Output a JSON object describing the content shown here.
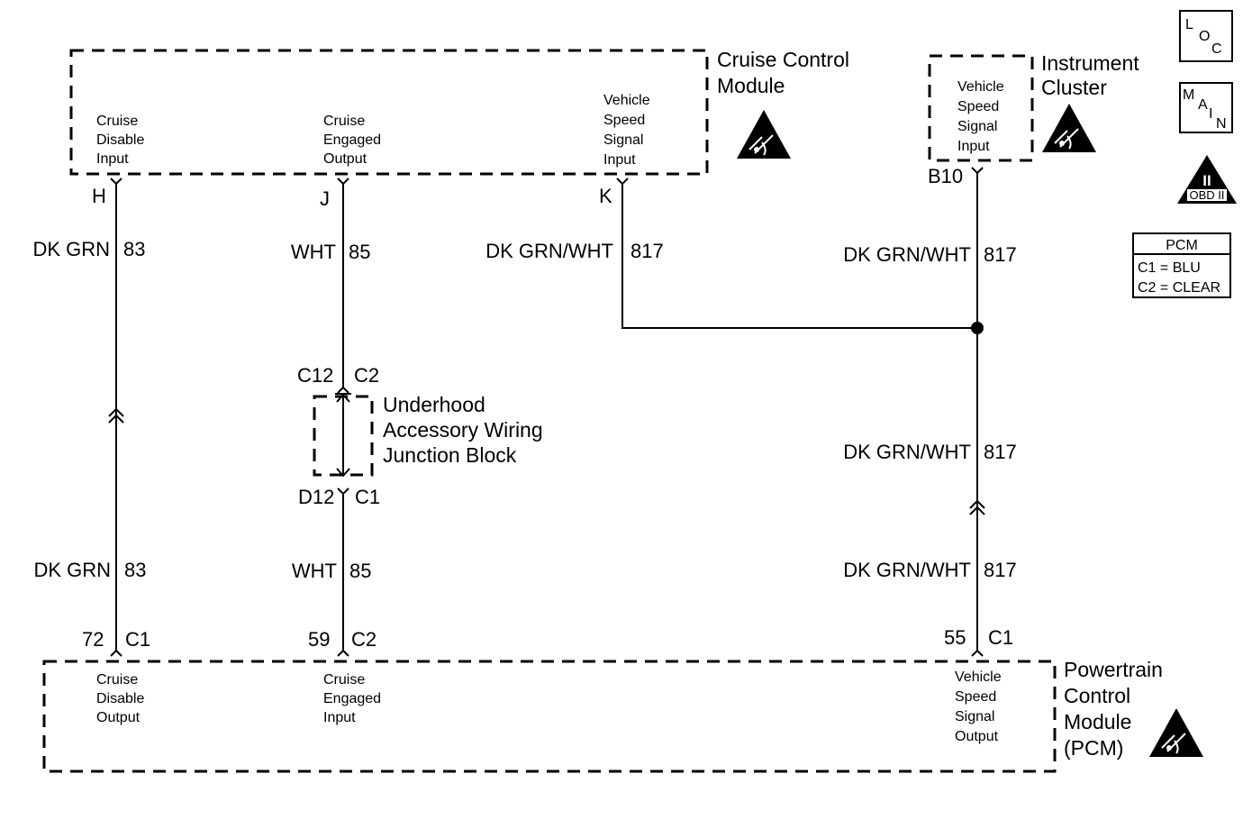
{
  "modules": {
    "ccm": {
      "name_lines": [
        "Cruise Control",
        "Module"
      ]
    },
    "ic": {
      "name_lines": [
        "Instrument",
        "Cluster"
      ]
    },
    "pcm": {
      "name_lines": [
        "Powertrain",
        "Control",
        "Module",
        "(PCM)"
      ]
    },
    "junction": {
      "name_lines": [
        "Underhood",
        "Accessory Wiring",
        "Junction Block"
      ]
    }
  },
  "ccm_terminals": [
    {
      "lines": [
        "Cruise",
        "Disable",
        "Input"
      ],
      "pin": "H"
    },
    {
      "lines": [
        "Cruise",
        "Engaged",
        "Output"
      ],
      "pin": "J"
    },
    {
      "lines": [
        "Vehicle",
        "Speed",
        "Signal",
        "Input"
      ],
      "pin": "K"
    }
  ],
  "ic_terminal": {
    "lines": [
      "Vehicle",
      "Speed",
      "Signal",
      "Input"
    ],
    "pin": "B10"
  },
  "pcm_terminals": [
    {
      "lines": [
        "Cruise",
        "Disable",
        "Output"
      ],
      "pin": "72",
      "connector": "C1"
    },
    {
      "lines": [
        "Cruise",
        "Engaged",
        "Input"
      ],
      "pin": "59",
      "connector": "C2"
    },
    {
      "lines": [
        "Vehicle",
        "Speed",
        "Signal",
        "Output"
      ],
      "pin": "55",
      "connector": "C1"
    }
  ],
  "junction_pins": {
    "top_pin": "C12",
    "top_connector": "C2",
    "bottom_pin": "D12",
    "bottom_connector": "C1"
  },
  "wires": {
    "w83_upper": {
      "color": "DK GRN",
      "circuit": "83"
    },
    "w83_lower": {
      "color": "DK GRN",
      "circuit": "83"
    },
    "w85_upper": {
      "color": "WHT",
      "circuit": "85"
    },
    "w85_lower": {
      "color": "WHT",
      "circuit": "85"
    },
    "w817_ccm": {
      "color": "DK GRN/WHT",
      "circuit": "817"
    },
    "w817_ic": {
      "color": "DK GRN/WHT",
      "circuit": "817"
    },
    "w817_mid": {
      "color": "DK GRN/WHT",
      "circuit": "817"
    },
    "w817_pcm": {
      "color": "DK GRN/WHT",
      "circuit": "817"
    }
  },
  "legend": {
    "loc": {
      "l1": "L",
      "l2": "O",
      "l3": "C"
    },
    "main": {
      "l1": "M",
      "l2": "A",
      "l3": "I",
      "l4": "N"
    },
    "obd": {
      "symbol": "II",
      "label": "OBD II"
    },
    "pcm_table": {
      "title": "PCM",
      "rows": [
        "C1 = BLU",
        "C2 = CLEAR"
      ]
    }
  },
  "icons": [
    "esd-caution-icon",
    "esd-caution-icon",
    "esd-caution-icon",
    "obd-ii-icon"
  ]
}
